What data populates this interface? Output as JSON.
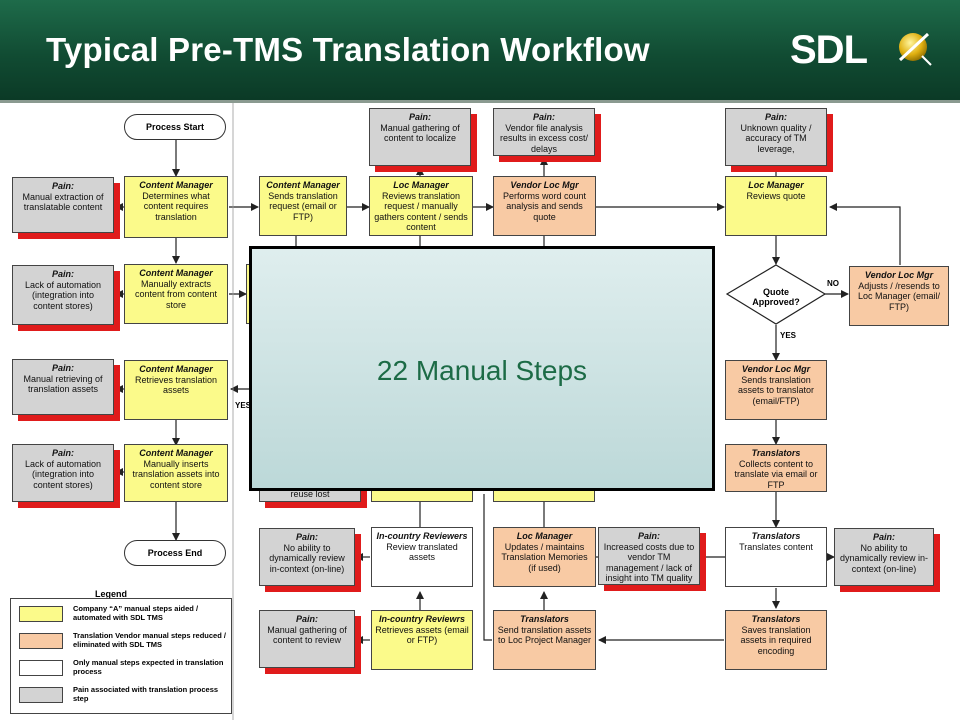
{
  "header": {
    "title": "Typical Pre-TMS Translation Workflow",
    "logo_text": "SDL"
  },
  "terminals": {
    "start": "Process Start",
    "end": "Process End"
  },
  "decision": {
    "label": "Quote Approved?",
    "no_label": "NO",
    "yes_label": "YES"
  },
  "yes_label_left": "YES",
  "overlay": {
    "text": "22 Manual Steps"
  },
  "boxes": {
    "pain_manual_extraction": {
      "role": "Pain:",
      "text": "Manual extraction of translatable content"
    },
    "cm_determines": {
      "role": "Content Manager",
      "text": "Determines what content requires translation"
    },
    "cm_sends": {
      "role": "Content Manager",
      "text": "Sends translation request (email or FTP)"
    },
    "pain_gathering": {
      "role": "Pain:",
      "text": "Manual gathering of content to localize"
    },
    "lm_reviews_request": {
      "role": "Loc Manager",
      "text": "Reviews translation request / manually gathers content / sends content"
    },
    "pain_vendor_analysis": {
      "role": "Pain:",
      "text": "Vendor file analysis results in excess cost/ delays"
    },
    "vlm_word_count": {
      "role": "Vendor Loc Mgr",
      "text": "Performs word count analysis and sends quote"
    },
    "pain_unknown_quality": {
      "role": "Pain:",
      "text": "Unknown quality / accuracy of TM leverage,"
    },
    "lm_reviews_quote": {
      "role": "Loc Manager",
      "text": "Reviews quote"
    },
    "pain_lack_auto_1": {
      "role": "Pain:",
      "text": "Lack of automation (integration into content stores)"
    },
    "cm_extracts": {
      "role": "Content Manager",
      "text": "Manually extracts content from content store"
    },
    "vlm_adjusts": {
      "role": "Vendor Loc Mgr",
      "text": "Adjusts / /resends to Loc Manager (email/ FTP)"
    },
    "pain_retrieving": {
      "role": "Pain:",
      "text": "Manual retrieving of translation assets"
    },
    "cm_retrieves": {
      "role": "Content Manager",
      "text": "Retrieves translation assets"
    },
    "vlm_sends_assets": {
      "role": "Vendor Loc Mgr",
      "text": "Sends translation assets to translator (email/FTP)"
    },
    "pain_lack_auto_2": {
      "role": "Pain:",
      "text": "Lack of automation (integration into content stores)"
    },
    "cm_inserts": {
      "role": "Content Manager",
      "text": "Manually inserts translation assets into content store"
    },
    "tr_collects": {
      "role": "Translators",
      "text": "Collects content to translate via email or FTP"
    },
    "pain_partial_reuse": {
      "role": "",
      "text": "reuse lost"
    },
    "pain_no_review_1": {
      "role": "Pain:",
      "text": "No ability to dynamically review in-context (on-line)"
    },
    "icr_review": {
      "role": "In-country Reviewers",
      "text": "Review translated assets"
    },
    "lm_updates_tm": {
      "role": "Loc Manager",
      "text": "Updates / maintains Translation Memories (if used)"
    },
    "pain_tm_costs": {
      "role": "Pain:",
      "text": "Increased costs due to vendor TM management / lack of insight into TM quality"
    },
    "tr_translates": {
      "role": "Translators",
      "text": "Translates content"
    },
    "pain_no_review_2": {
      "role": "Pain:",
      "text": "No ability to dynamically review in-context (on-line)"
    },
    "pain_gathering_review": {
      "role": "Pain:",
      "text": "Manual gathering of content to review"
    },
    "icr_retrieves": {
      "role": "In-country Reviewrs",
      "text": "Retrieves assets (email or FTP)"
    },
    "tr_send_back": {
      "role": "Translators",
      "text": "Send translation assets to Loc Project Manager"
    },
    "tr_saves": {
      "role": "Translators",
      "text": "Saves translation assets in required encoding"
    }
  },
  "legend": {
    "title": "Legend",
    "items": [
      {
        "color": "#fbfa8a",
        "text": "Company “A” manual steps aided / automated with SDL TMS"
      },
      {
        "color": "#f8caa4",
        "text": "Translation Vendor manual steps reduced / eliminated with SDL TMS"
      },
      {
        "color": "#ffffff",
        "text": "Only manual steps expected in translation process"
      },
      {
        "color": "#d3d3d3",
        "text": "Pain associated with translation process step"
      }
    ]
  },
  "colors": {
    "header": "#114c33",
    "pain_shadow": "#e01b1b",
    "overlay_text": "#1c6b46"
  }
}
